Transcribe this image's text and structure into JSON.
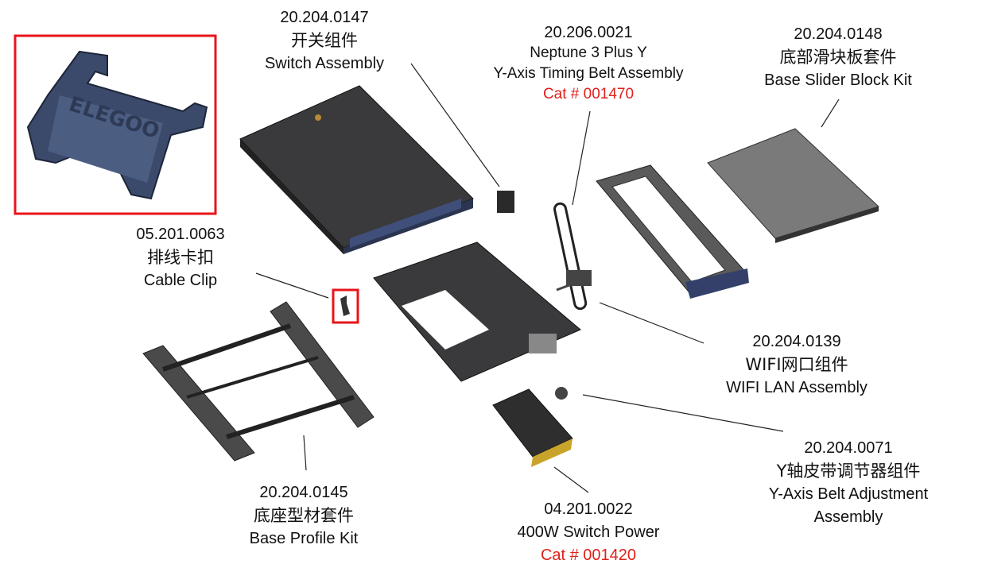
{
  "parts": {
    "switch_assembly": {
      "code": "20.204.0147",
      "cn": "开关组件",
      "en": "Switch Assembly"
    },
    "timing_belt": {
      "code": "20.206.0021",
      "line1": "Neptune 3 Plus Y",
      "en": "Y-Axis Timing Belt Assembly",
      "cat": "Cat # 001470"
    },
    "base_slider": {
      "code": "20.204.0148",
      "cn": "底部滑块板套件",
      "en": "Base Slider Block Kit"
    },
    "cable_clip": {
      "code": "05.201.0063",
      "cn": "排线卡扣",
      "en": "Cable Clip"
    },
    "wifi_lan": {
      "code": "20.204.0139",
      "cn": "WIFI网口组件",
      "en": "WIFI LAN Assembly"
    },
    "belt_adjust": {
      "code": "20.204.0071",
      "cn": "Y轴皮带调节器组件",
      "en1": "Y-Axis Belt Adjustment",
      "en2": "Assembly"
    },
    "base_profile": {
      "code": "20.204.0145",
      "cn": "底座型材套件",
      "en": "Base Profile Kit"
    },
    "switch_power": {
      "code": "04.201.0022",
      "en": "400W Switch Power",
      "cat": "Cat # 001420"
    }
  },
  "logo_text": "ELEGOO",
  "colors": {
    "highlight": "#e8141b",
    "cat_text": "#e0201b",
    "part_dark": "#2b2d33",
    "part_gray": "#7a7a7a"
  }
}
